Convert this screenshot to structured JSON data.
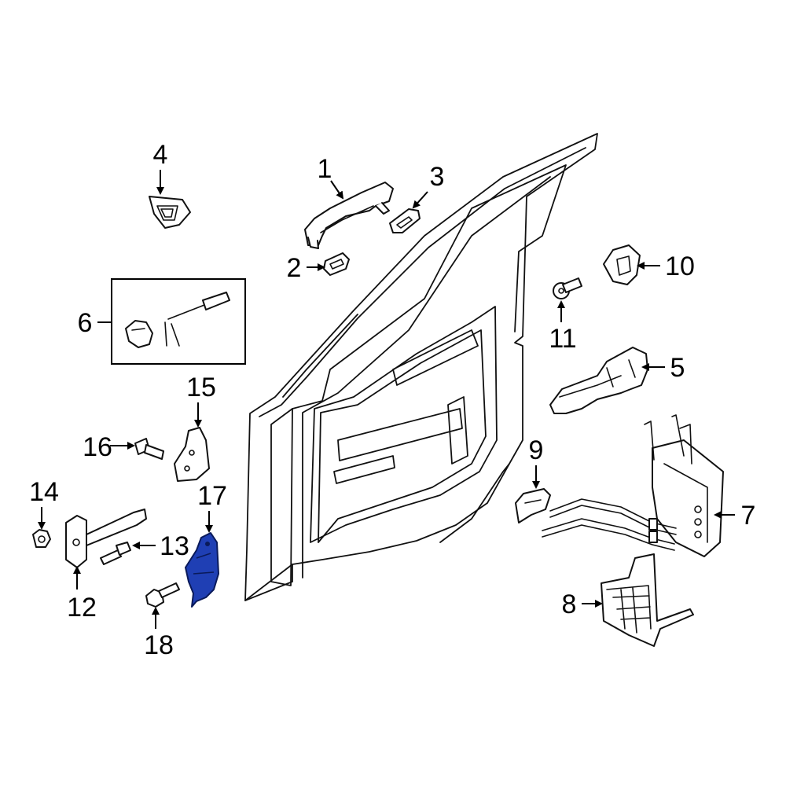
{
  "diagram": {
    "callouts": [
      {
        "id": "1",
        "text": "1"
      },
      {
        "id": "2",
        "text": "2"
      },
      {
        "id": "3",
        "text": "3"
      },
      {
        "id": "4",
        "text": "4"
      },
      {
        "id": "5",
        "text": "5"
      },
      {
        "id": "6",
        "text": "6"
      },
      {
        "id": "7",
        "text": "7"
      },
      {
        "id": "8",
        "text": "8"
      },
      {
        "id": "9",
        "text": "9"
      },
      {
        "id": "10",
        "text": "10"
      },
      {
        "id": "11",
        "text": "11"
      },
      {
        "id": "12",
        "text": "12"
      },
      {
        "id": "13",
        "text": "13"
      },
      {
        "id": "14",
        "text": "14"
      },
      {
        "id": "15",
        "text": "15"
      },
      {
        "id": "16",
        "text": "16"
      },
      {
        "id": "17",
        "text": "17"
      },
      {
        "id": "18",
        "text": "18"
      }
    ],
    "highlight_color": "#1f3fb4",
    "highlighted_part": "17"
  }
}
